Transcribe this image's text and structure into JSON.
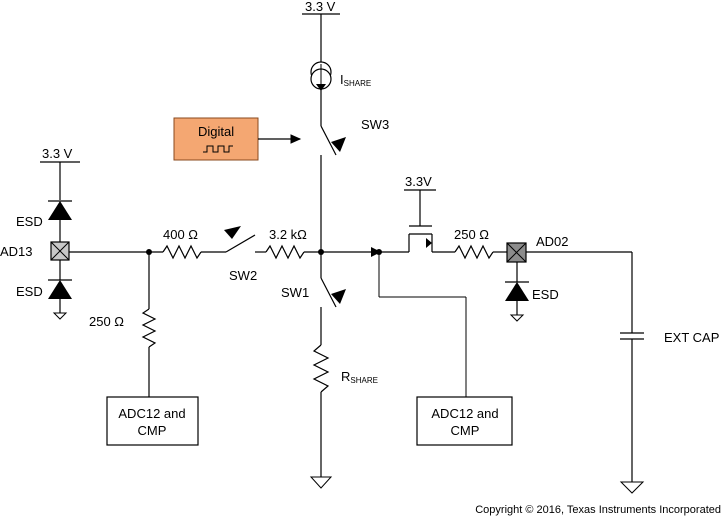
{
  "supplies": {
    "top": "3.3 V",
    "left": "3.3 V",
    "mosfet": "3.3V"
  },
  "current_source": {
    "main": "I",
    "sub": "SHARE"
  },
  "digital_block": {
    "label": "Digital",
    "fill": "#f4a772",
    "stroke": "#8a4a1e"
  },
  "switches": {
    "sw1": "SW1",
    "sw2": "SW2",
    "sw3": "SW3"
  },
  "resistors": {
    "r400": "400 Ω",
    "r3k2": "3.2 kΩ",
    "r250_left": "250 Ω",
    "r250_right": "250 Ω",
    "rshare_main": "R",
    "rshare_sub": "SHARE"
  },
  "pins": {
    "left": "AD13",
    "right": "AD02"
  },
  "esd": {
    "top_left": "ESD",
    "bottom_left": "ESD",
    "right": "ESD"
  },
  "adc_blocks": {
    "left": {
      "line1": "ADC12 and",
      "line2": "CMP"
    },
    "right": {
      "line1": "ADC12 and",
      "line2": "CMP"
    }
  },
  "capacitor": "EXT CAP",
  "copyright": "Copyright © 2016, Texas Instruments Incorporated",
  "colors": {
    "pin_fill": "#c8c8c8",
    "pin_fill_dark": "#8c8c8c"
  }
}
